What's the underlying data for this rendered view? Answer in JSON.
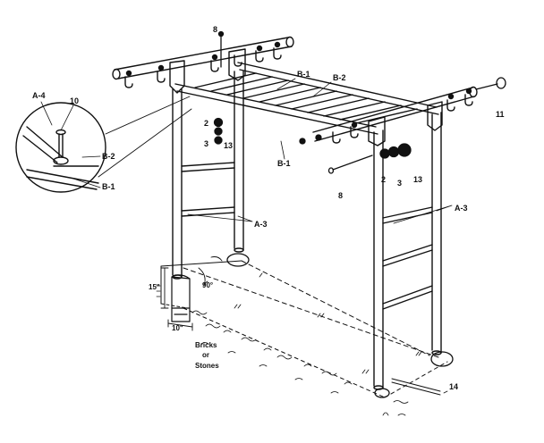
{
  "callouts": {
    "a4": "A-4",
    "n10_detail": "10",
    "b2_detail": "B-2",
    "b1_detail": "B-1",
    "n8_top": "8",
    "b1_top": "B-1",
    "b2_top": "B-2",
    "n11": "11",
    "n2_left": "2",
    "n3_left": "3",
    "n13_left": "13",
    "b1_mid": "B-1",
    "n8_mid": "8",
    "n2_right": "2",
    "n3_right": "3",
    "n13_right": "13",
    "a3_left": "A-3",
    "a3_right": "A-3",
    "n14": "14"
  },
  "dimensions": {
    "depth": "15\"",
    "width": "10\"",
    "angle": "90°"
  },
  "note": {
    "line1": "Bricks",
    "line2": "or",
    "line3": "Stones"
  }
}
